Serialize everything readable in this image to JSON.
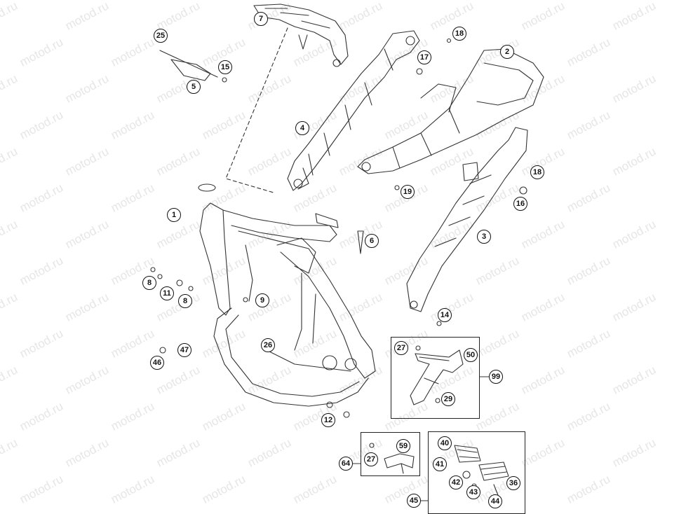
{
  "watermark_text": "motod.ru",
  "callouts": [
    {
      "id": "c1",
      "label": "1"
    },
    {
      "id": "c2",
      "label": "2"
    },
    {
      "id": "c3",
      "label": "3"
    },
    {
      "id": "c4",
      "label": "4"
    },
    {
      "id": "c5",
      "label": "5"
    },
    {
      "id": "c6",
      "label": "6"
    },
    {
      "id": "c7",
      "label": "7"
    },
    {
      "id": "c8a",
      "label": "8"
    },
    {
      "id": "c8b",
      "label": "8"
    },
    {
      "id": "c9",
      "label": "9"
    },
    {
      "id": "c11",
      "label": "11"
    },
    {
      "id": "c12",
      "label": "12"
    },
    {
      "id": "c14",
      "label": "14"
    },
    {
      "id": "c15",
      "label": "15"
    },
    {
      "id": "c16",
      "label": "16"
    },
    {
      "id": "c17",
      "label": "17"
    },
    {
      "id": "c18a",
      "label": "18"
    },
    {
      "id": "c18b",
      "label": "18"
    },
    {
      "id": "c19",
      "label": "19"
    },
    {
      "id": "c25",
      "label": "25"
    },
    {
      "id": "c26",
      "label": "26"
    },
    {
      "id": "c27a",
      "label": "27"
    },
    {
      "id": "c27b",
      "label": "27"
    },
    {
      "id": "c29",
      "label": "29"
    },
    {
      "id": "c36",
      "label": "36"
    },
    {
      "id": "c40",
      "label": "40"
    },
    {
      "id": "c41",
      "label": "41"
    },
    {
      "id": "c42",
      "label": "42"
    },
    {
      "id": "c43",
      "label": "43"
    },
    {
      "id": "c44",
      "label": "44"
    },
    {
      "id": "c45",
      "label": "45"
    },
    {
      "id": "c46",
      "label": "46"
    },
    {
      "id": "c47",
      "label": "47"
    },
    {
      "id": "c50",
      "label": "50"
    },
    {
      "id": "c59",
      "label": "59"
    },
    {
      "id": "c64",
      "label": "64"
    },
    {
      "id": "c99",
      "label": "99"
    }
  ]
}
